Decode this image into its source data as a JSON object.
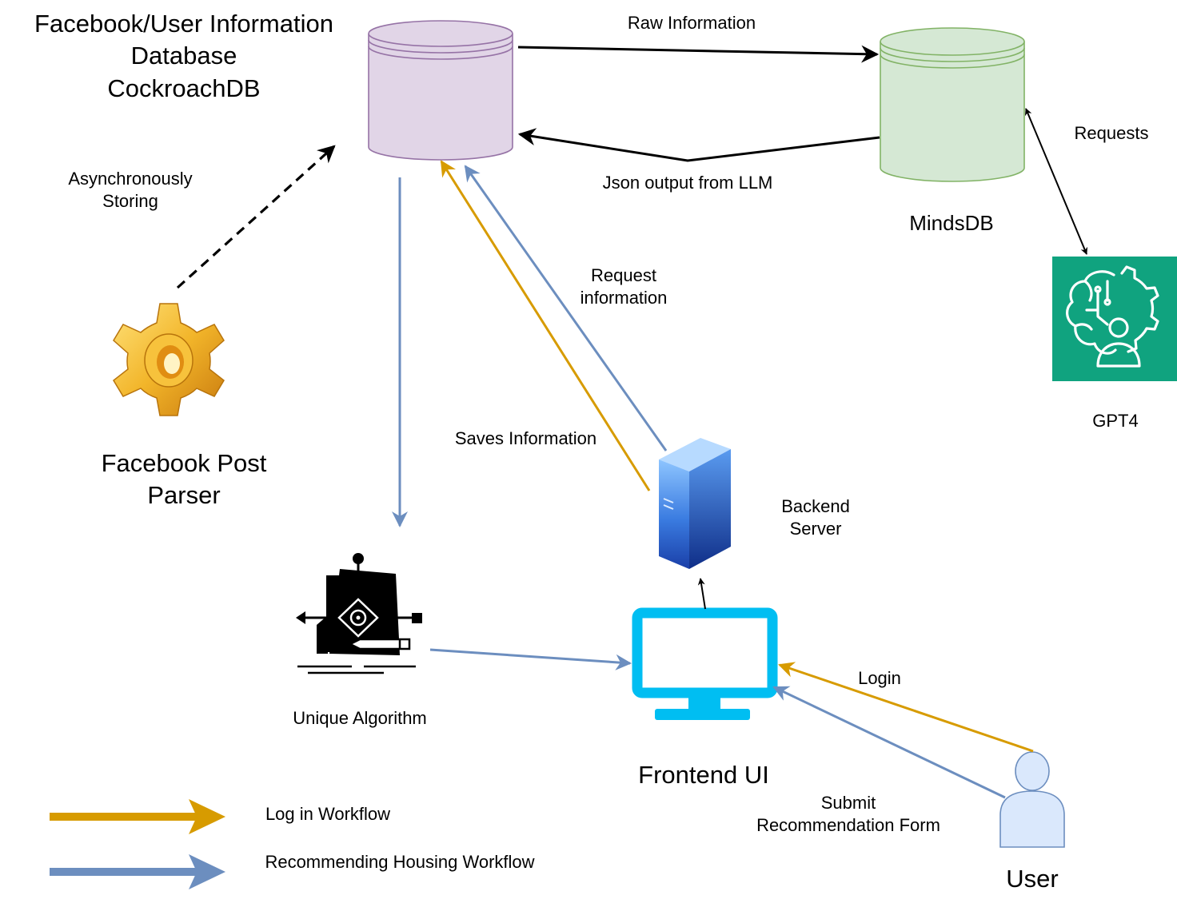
{
  "nodes": {
    "db_title": "Facebook/User Information\nDatabase\nCockroachDB",
    "mindsdb": "MindsDB",
    "gpt4": "GPT4",
    "parser": "Facebook Post\nParser",
    "algorithm": "Unique Algorithm",
    "backend": "Backend\nServer",
    "frontend": "Frontend UI",
    "user": "User"
  },
  "edges": {
    "raw_info": "Raw Information",
    "json_output": "Json output from LLM",
    "requests": "Requests",
    "async_storing": "Asynchronously\nStoring",
    "request_info": "Request\ninformation",
    "saves_info": "Saves Information",
    "login": "Login",
    "submit_form": "Submit\nRecommendation Form"
  },
  "legend": {
    "login_workflow": "Log in Workflow",
    "housing_workflow": "Recommending Housing Workflow"
  },
  "colors": {
    "login": "#D79B00",
    "recommend": "#6C8EBF",
    "db_fill": "#E1D5E7",
    "db_stroke": "#9673A6",
    "minds_fill": "#D5E8D4",
    "minds_stroke": "#82B366",
    "gpt_fill": "#10A37F",
    "monitor": "#00BEF2",
    "user_fill": "#DAE8FC",
    "user_stroke": "#6C8EBF"
  }
}
